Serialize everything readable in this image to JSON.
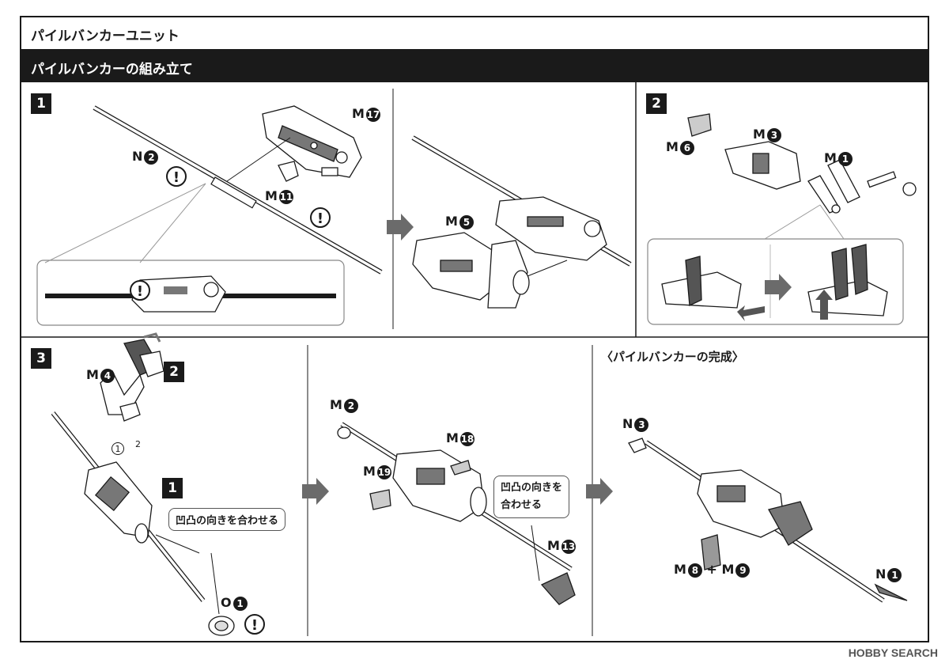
{
  "header": {
    "title": "パイルバンカーユニット",
    "section": "パイルバンカーの組み立て"
  },
  "steps": {
    "s1": {
      "badge": "1",
      "n2": "N",
      "n2_num": "2",
      "m17": "M",
      "m17_num": "17",
      "m11": "M",
      "m11_num": "11",
      "m5": "M",
      "m5_num": "5",
      "warn": "!"
    },
    "s2": {
      "badge": "2",
      "m6": "M",
      "m6_num": "6",
      "m3": "M",
      "m3_num": "3",
      "m1": "M",
      "m1_num": "1"
    },
    "s3": {
      "badge": "3",
      "m4": "M",
      "m4_num": "4",
      "sub_badge_2": "2",
      "sub_badge_1": "1",
      "circ1": "1",
      "hex2": "2",
      "callout": "凹凸の向きを合わせる",
      "o1": "O",
      "o1_num": "1"
    },
    "s3b": {
      "m2": "M",
      "m2_num": "2",
      "m18": "M",
      "m18_num": "18",
      "m19": "M",
      "m19_num": "19",
      "m13": "M",
      "m13_num": "13",
      "callout_line1": "凹凸の向きを",
      "callout_line2": "合わせる"
    },
    "complete": {
      "title": "〈パイルバンカーの完成〉",
      "n3": "N",
      "n3_num": "3",
      "n1": "N",
      "n1_num": "1",
      "m8m9": "M",
      "m8_num": "8",
      "plus": "+ M",
      "m9_num": "9"
    }
  },
  "watermark": "HOBBY SEARCH",
  "colors": {
    "ink": "#1a1a1a",
    "arrow": "#6b6b6b",
    "panel_bg": "#ffffff"
  }
}
